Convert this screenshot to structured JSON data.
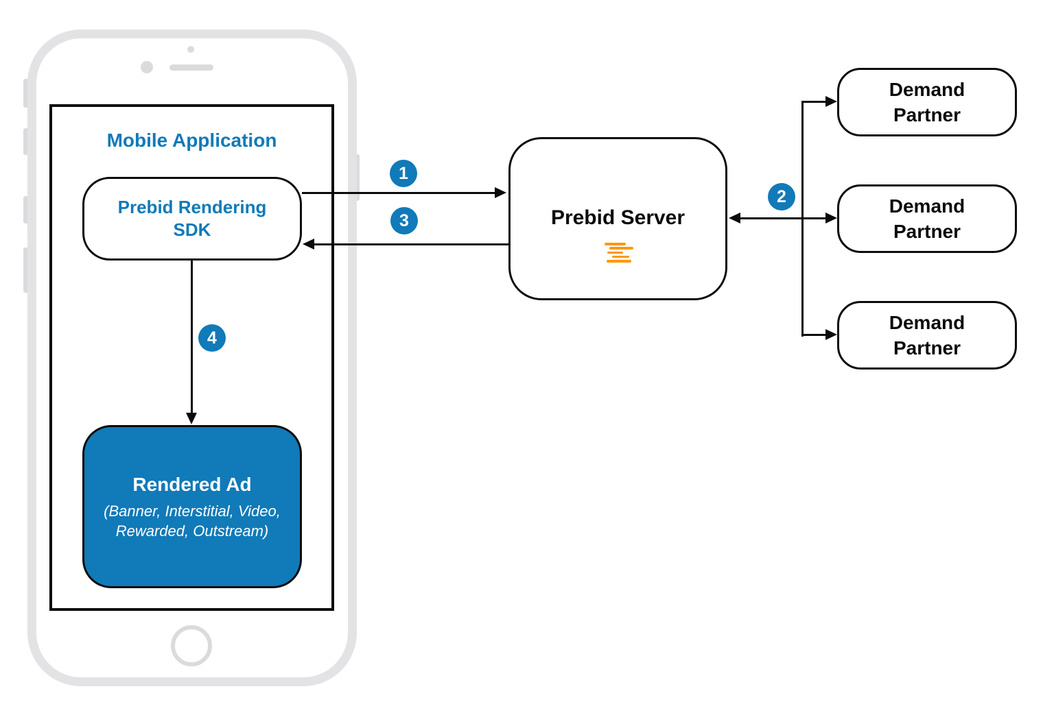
{
  "colors": {
    "accent_blue": "#117AB8",
    "logo_orange": "#FF9800",
    "line_black": "#0B0B0B",
    "phone_gray": "#E3E3E5",
    "phone_detail_gray": "#DBDBDD"
  },
  "mobile_application": {
    "title": "Mobile Application"
  },
  "sdk": {
    "line1": "Prebid Rendering",
    "line2": "SDK"
  },
  "rendered_ad": {
    "title": "Rendered Ad",
    "subtitle_line1": "(Banner, Interstitial, Video,",
    "subtitle_line2": "Rewarded, Outstream)"
  },
  "prebid_server": {
    "label": "Prebid Server"
  },
  "demand_partners": [
    {
      "line1": "Demand",
      "line2": "Partner"
    },
    {
      "line1": "Demand",
      "line2": "Partner"
    },
    {
      "line1": "Demand",
      "line2": "Partner"
    }
  ],
  "steps": {
    "step1": "1",
    "step2": "2",
    "step3": "3",
    "step4": "4"
  }
}
